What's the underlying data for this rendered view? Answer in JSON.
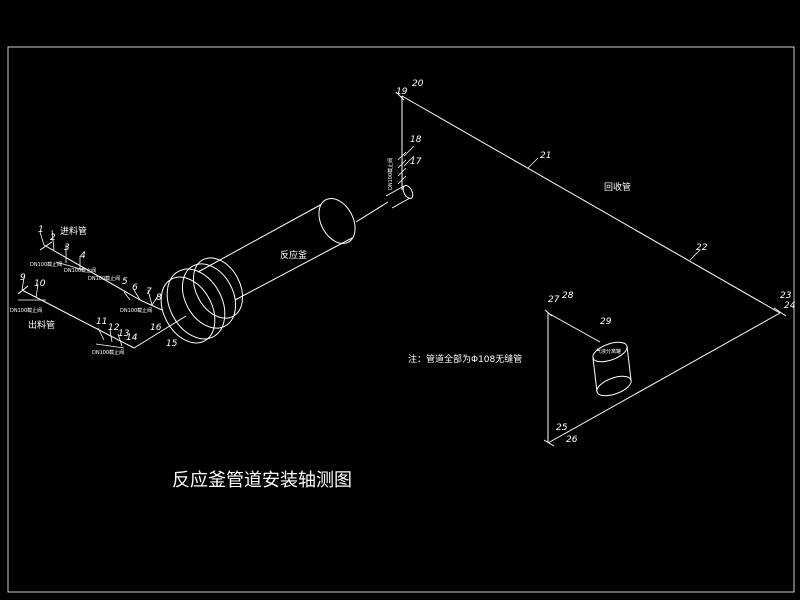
{
  "title": "反应釜管道安装轴测图",
  "note": "注：管道全部为Φ108无缝管",
  "labels": {
    "reactor": "反应釜",
    "return_pipe": "回收管",
    "inlet_pipe": "进料管",
    "outlet_pipe": "出料管",
    "tank": "气液分离罐"
  },
  "numbers": {
    "n1": "1",
    "n2": "2",
    "n3": "3",
    "n4": "4",
    "n5": "5",
    "n6": "6",
    "n7": "7",
    "n8": "8",
    "n9": "9",
    "n10": "10",
    "n11": "11",
    "n12": "12",
    "n13": "13",
    "n14": "14",
    "n15": "15",
    "n16": "16",
    "n17": "17",
    "n18": "18",
    "n19": "19",
    "n20": "20",
    "n21": "21",
    "n22": "22",
    "n23": "23",
    "n24": "24",
    "n25": "25",
    "n26": "26",
    "n27": "27",
    "n28": "28",
    "n29": "29"
  },
  "colors": {
    "background": "#000000",
    "line": "#ffffff"
  }
}
